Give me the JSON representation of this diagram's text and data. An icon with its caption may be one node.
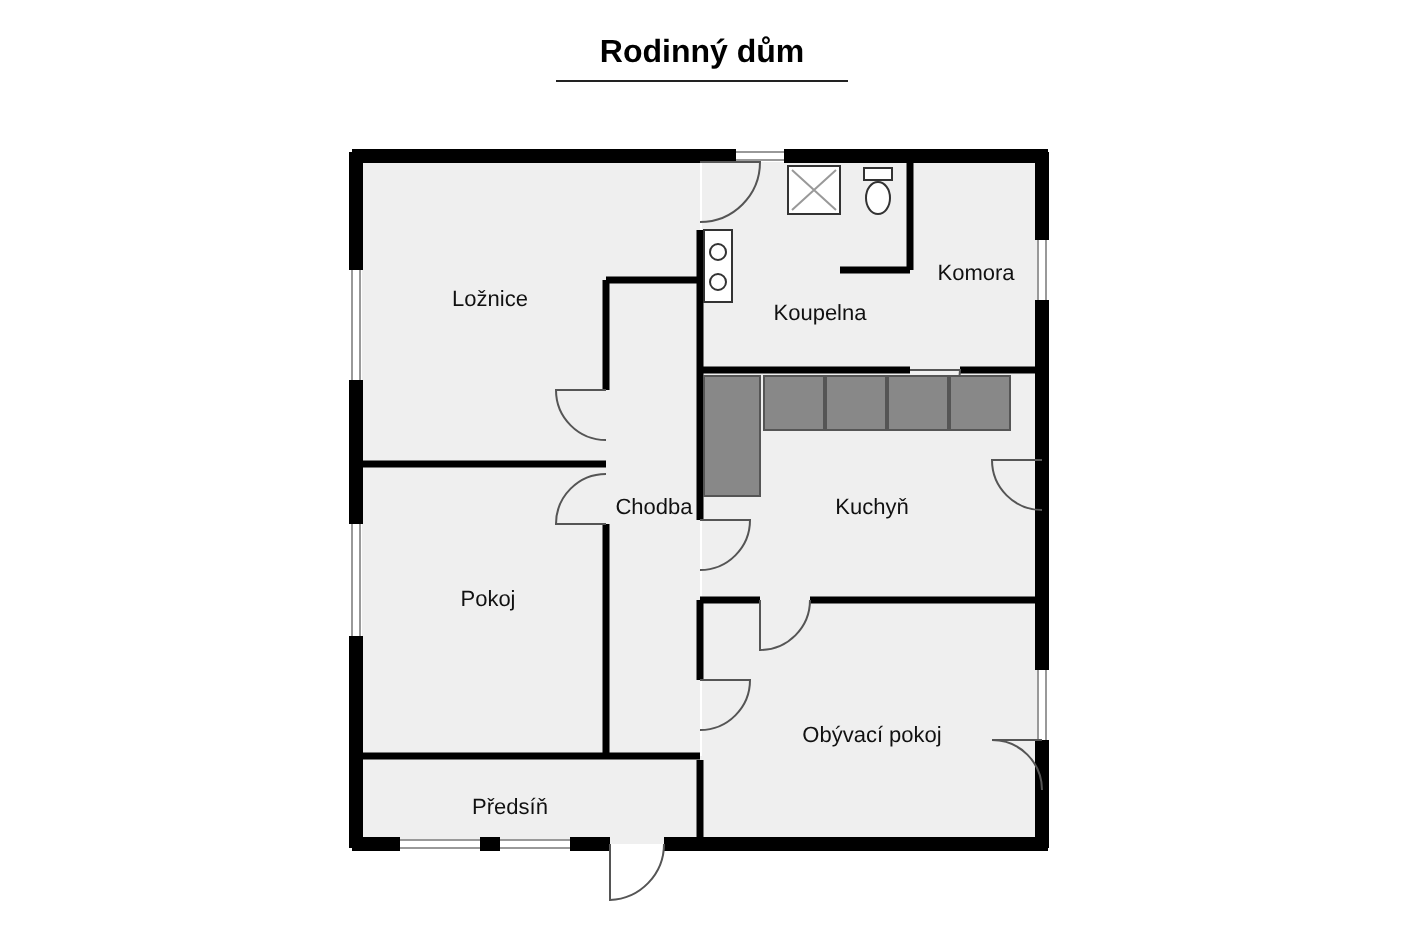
{
  "diagram": {
    "title": "Rodinný dům",
    "nodes": [
      {
        "text": [
          "Ložnice"
        ]
      },
      {
        "text": [
          "Koupelna"
        ]
      },
      {
        "text": [
          "Komora"
        ]
      },
      {
        "text": [
          "Chodba"
        ]
      },
      {
        "text": [
          "Kuchyň"
        ]
      },
      {
        "text": [
          "Pokoj"
        ]
      },
      {
        "text": [
          "Obývací pokoj"
        ]
      },
      {
        "text": [
          "Předsíň"
        ]
      }
    ]
  }
}
